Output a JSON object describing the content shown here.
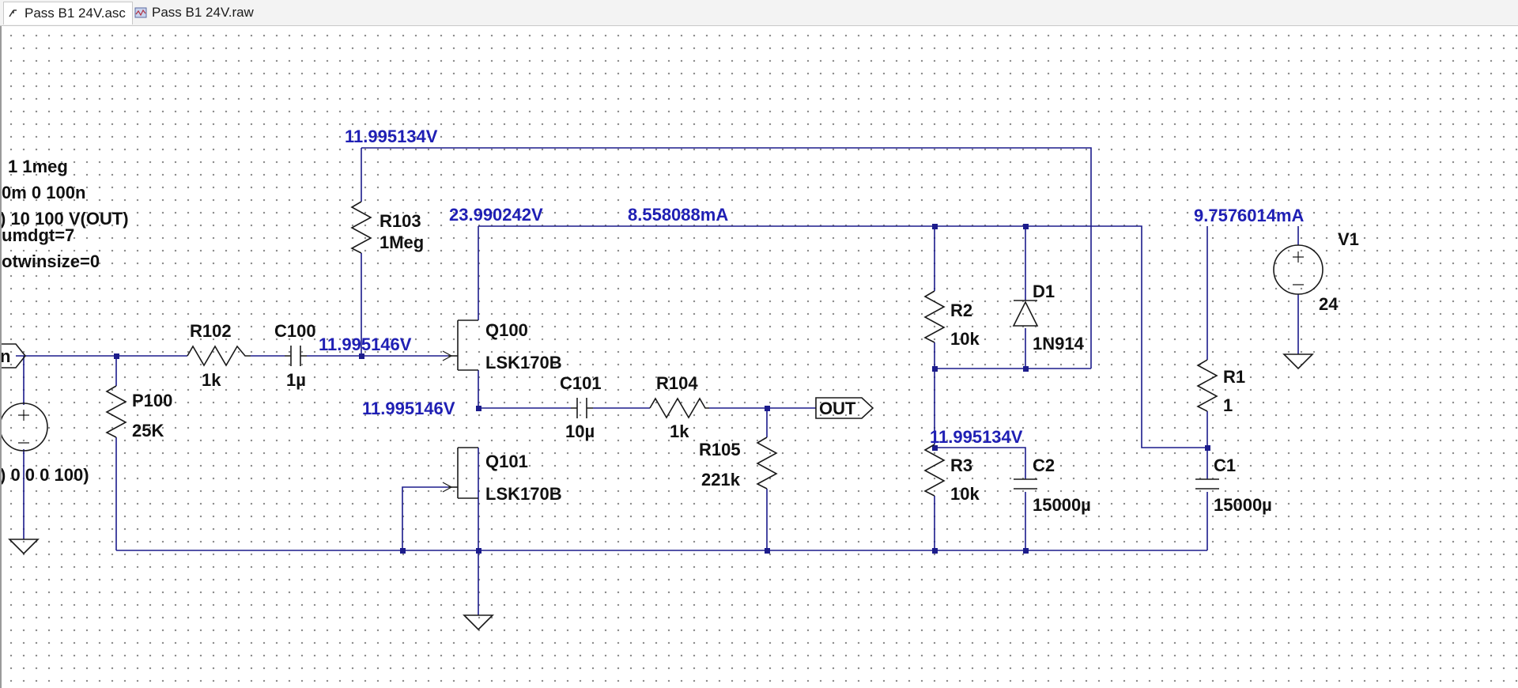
{
  "tabs": [
    {
      "label": "Pass B1 24V.asc",
      "icon": "schematic-icon"
    },
    {
      "label": "Pass B1 24V.raw",
      "icon": "waveform-icon"
    }
  ],
  "directives": [
    "1 1meg",
    "0m 0 100n",
    ") 10 100 V(OUT)",
    "umdgt=7",
    "otwinsize=0"
  ],
  "input_source_value": ") 0 0 0 100)",
  "input_port_label": "n",
  "output_port_label": "OUT",
  "components": {
    "R102": {
      "name": "R102",
      "value": "1k"
    },
    "C100": {
      "name": "C100",
      "value": "1µ"
    },
    "P100": {
      "name": "P100",
      "value": "25K"
    },
    "R103": {
      "name": "R103",
      "value": "1Meg"
    },
    "Q100": {
      "name": "Q100",
      "value": "LSK170B"
    },
    "Q101": {
      "name": "Q101",
      "value": "LSK170B"
    },
    "C101": {
      "name": "C101",
      "value": "10µ"
    },
    "R104": {
      "name": "R104",
      "value": "1k"
    },
    "R105": {
      "name": "R105",
      "value": "221k"
    },
    "R2": {
      "name": "R2",
      "value": "10k"
    },
    "D1": {
      "name": "D1",
      "value": "1N914"
    },
    "R3": {
      "name": "R3",
      "value": "10k"
    },
    "C2": {
      "name": "C2",
      "value": "15000µ"
    },
    "V1": {
      "name": "V1",
      "value": "24"
    },
    "R1": {
      "name": "R1",
      "value": "1"
    },
    "C1": {
      "name": "C1",
      "value": "15000µ"
    }
  },
  "operating_point": {
    "top_node": "11.995134V",
    "gate_node": "11.995146V",
    "supply_node": "23.990242V",
    "supply_current": "8.558088mA",
    "source_node": "11.995146V",
    "divider_node": "11.995134V",
    "v1_current": "9.7576014mA"
  },
  "colors": {
    "wire": "#1c1c8c",
    "annotation": "#1f1fb4",
    "label": "#111111"
  }
}
